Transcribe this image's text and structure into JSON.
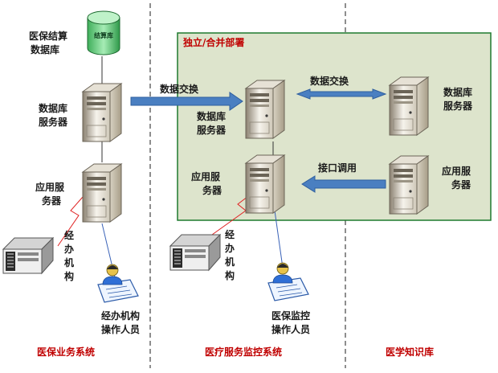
{
  "db_label": [
    "医保结算",
    "数据库"
  ],
  "db_cylinder_text": "结算库",
  "mid_box_title": "独立/合并部署",
  "left": {
    "db_server_label": [
      "数据库",
      "服务器"
    ],
    "app_server_label": [
      "应用服",
      "务器"
    ],
    "agency_label": "经办机构",
    "operator_label": [
      "经办机构",
      "操作人员"
    ],
    "section_title": "医保业务系统"
  },
  "middle": {
    "db_server_label": [
      "数据库",
      "服务器"
    ],
    "app_server_label": [
      "应用服",
      "务器"
    ],
    "agency_label": "经办机构",
    "operator_label": [
      "医保监控",
      "操作人员"
    ],
    "section_title": "医疗服务监控系统"
  },
  "right": {
    "db_server_label": [
      "数据库",
      "服务器"
    ],
    "app_server_label": [
      "应用服",
      "务器"
    ],
    "section_title": "医学知识库"
  },
  "arrows": {
    "exchange_left": "数据交换",
    "exchange_right": "数据交换",
    "interface_call": "接口调用"
  },
  "colors": {
    "box_fill": "#dde4cc",
    "box_border": "#1e7a2e",
    "arrow": "#4a7fc1",
    "title_red": "#c00000",
    "db_green": "#66c87a"
  }
}
